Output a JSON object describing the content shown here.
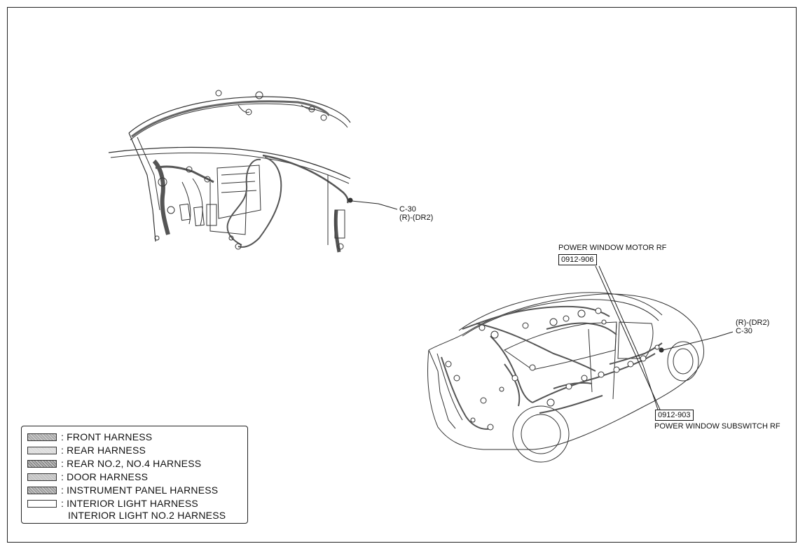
{
  "connectors": {
    "left_code": "C-30",
    "left_sub": "(R)-(DR2)",
    "right_sub": "(R)-(DR2)",
    "right_code": "C-30"
  },
  "parts": {
    "motor_title": "POWER WINDOW MOTOR RF",
    "motor_code": "0912-906",
    "subswitch_code": "0912-903",
    "subswitch_title": "POWER WINDOW SUBSWITCH RF"
  },
  "legend": {
    "items": [
      {
        "label": ": FRONT HARNESS",
        "color": "#a9a9a9"
      },
      {
        "label": ": REAR HARNESS",
        "color": "#e2e2e2"
      },
      {
        "label": ": REAR NO.2, NO.4 HARNESS",
        "color": "#8e8e8e"
      },
      {
        "label": ": DOOR HARNESS",
        "color": "#c3c3c3"
      },
      {
        "label": ": INSTRUMENT PANEL HARNESS",
        "color": "#9d9d9d"
      },
      {
        "label": ": INTERIOR LIGHT HARNESS",
        "color": "#ffffff"
      }
    ],
    "extra_line": "INTERIOR LIGHT NO.2 HARNESS"
  }
}
